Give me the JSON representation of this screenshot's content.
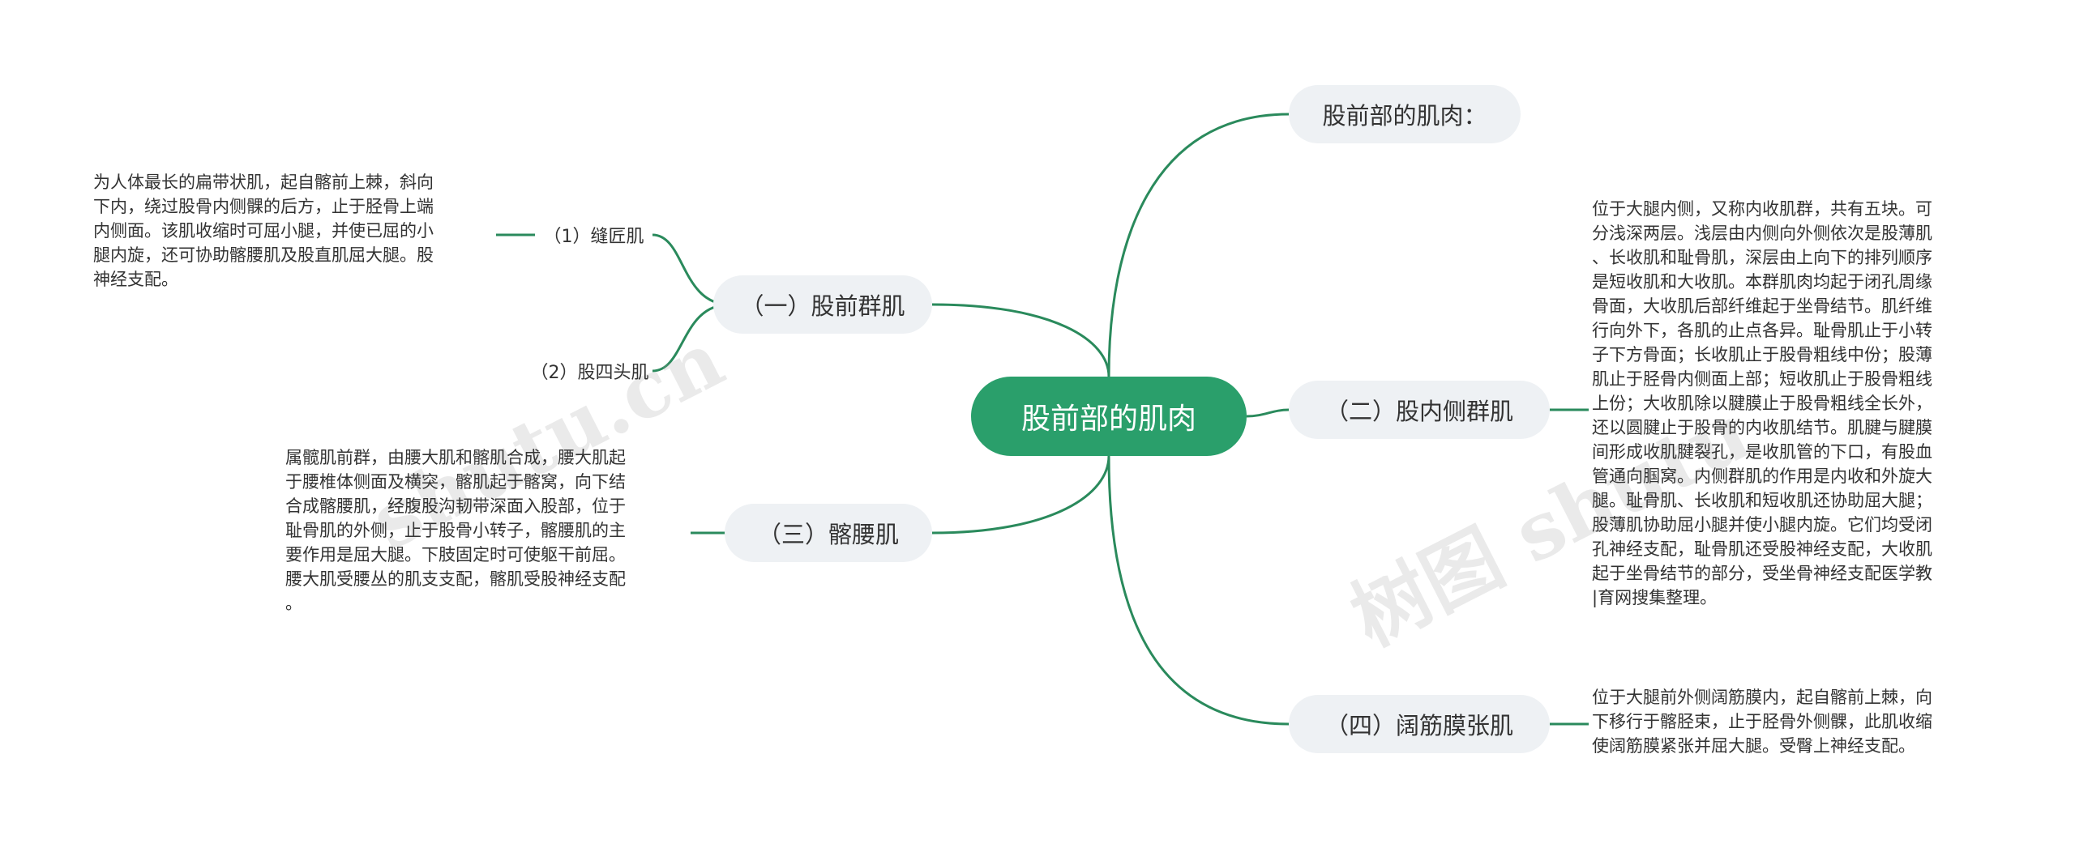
{
  "root": {
    "label": "股前部的肌肉"
  },
  "branches": {
    "intro": {
      "label": "股前部的肌肉："
    },
    "anterior": {
      "label": "（一）股前群肌",
      "children": [
        {
          "label": "（1）缝匠肌",
          "detail": "为人体最长的扁带状肌，起自髂前上棘，斜向\n下内，绕过股骨内侧髁的后方，止于胫骨上端\n内侧面。该肌收缩时可屈小腿，并使已屈的小\n腿内旋，还可协助髂腰肌及股直肌屈大腿。股\n神经支配。"
        },
        {
          "label": "（2）股四头肌"
        }
      ]
    },
    "medial": {
      "label": "（二）股内侧群肌",
      "detail": "位于大腿内侧，又称内收肌群，共有五块。可\n分浅深两层。浅层由内侧向外侧依次是股薄肌\n、长收肌和耻骨肌，深层由上向下的排列顺序\n是短收肌和大收肌。本群肌肉均起于闭孔周缘\n骨面，大收肌后部纤维起于坐骨结节。肌纤维\n行向外下，各肌的止点各异。耻骨肌止于小转\n子下方骨面；长收肌止于股骨粗线中份；股薄\n肌止于胫骨内侧面上部；短收肌止于股骨粗线\n上份；大收肌除以腱膜止于股骨粗线全长外，\n还以圆腱止于股骨的内收肌结节。肌腱与腱膜\n间形成收肌腱裂孔，是收肌管的下口，有股血\n管通向腘窝。内侧群肌的作用是内收和外旋大\n腿。耻骨肌、长收肌和短收肌还协助屈大腿；\n股薄肌协助屈小腿并使小腿内旋。它们均受闭\n孔神经支配，耻骨肌还受股神经支配，大收肌\n起于坐骨结节的部分，受坐骨神经支配医学教\n|育网搜集整理。"
    },
    "iliopsoas": {
      "label": "（三）髂腰肌",
      "detail": "属髋肌前群，由腰大肌和髂肌合成，腰大肌起\n于腰椎体侧面及横突，髂肌起于髂窝，向下结\n合成髂腰肌，经腹股沟韧带深面入股部，位于\n耻骨肌的外侧，止于股骨小转子，髂腰肌的主\n要作用是屈大腿。下肢固定时可使躯干前屈。\n腰大肌受腰丛的肌支支配，髂肌受股神经支配\n。"
    },
    "tfl": {
      "label": "（四）阔筋膜张肌",
      "detail": "位于大腿前外侧阔筋膜内，起自髂前上棘，向\n下移行于髂胫束，止于胫骨外侧髁，此肌收缩\n使阔筋膜紧张并屈大腿。受臀上神经支配。"
    }
  },
  "watermarks": [
    "shutu.cn",
    "树图 shutu"
  ],
  "colors": {
    "root_fill": "#2a9f6b",
    "edge": "#2a8a5c",
    "node_fill": "#eef1f4"
  }
}
